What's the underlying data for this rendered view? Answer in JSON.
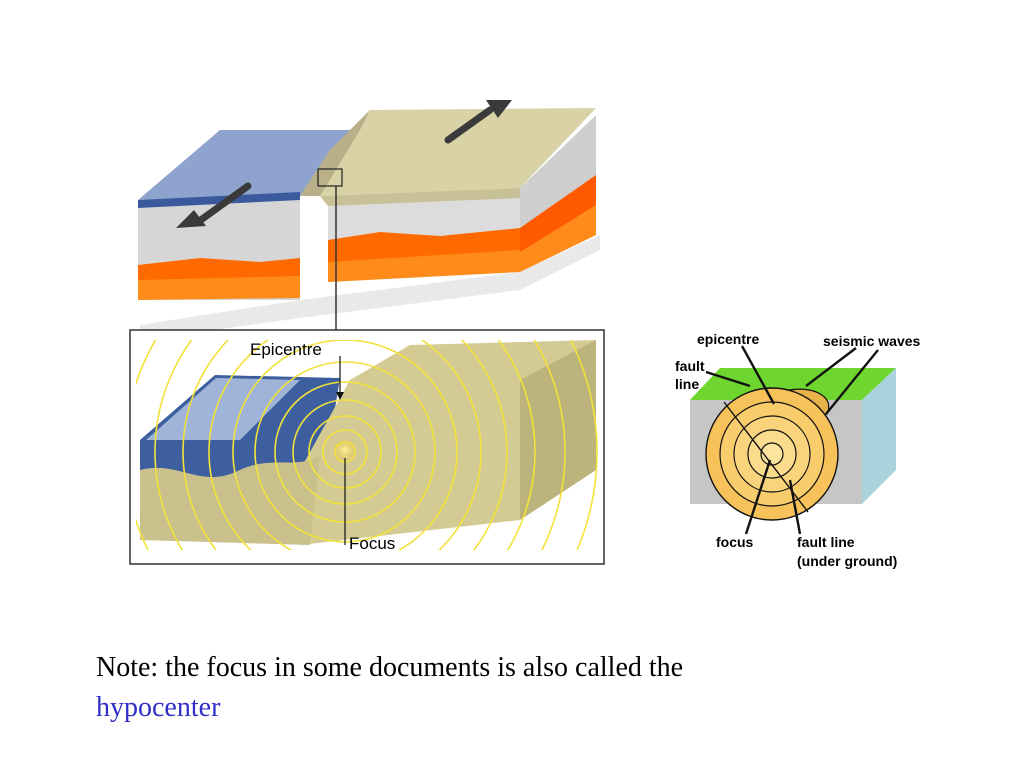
{
  "left_diagram": {
    "labels": {
      "epicentre": "Epicentre",
      "focus": "Focus"
    }
  },
  "right_diagram": {
    "labels": {
      "epicentre": "epicentre",
      "seismic_waves": "seismic waves",
      "fault_line_1": "fault",
      "fault_line_2": "line",
      "focus": "focus",
      "fault_line_under_1": "fault line",
      "fault_line_under_2": "(under ground)"
    }
  },
  "note": {
    "text": "Note: the focus in some documents is also called the",
    "term": "hypocenter"
  },
  "colors": {
    "plate_blue": "#8fa3cf",
    "plate_tan": "#d8d2a6",
    "crust_grey": "#d7d7d7",
    "mantle_orange": "#ff6a00",
    "wave_yellow": "#f2e23a",
    "grass_green": "#6fd62f",
    "note_term_blue": "#2f2fc8"
  }
}
